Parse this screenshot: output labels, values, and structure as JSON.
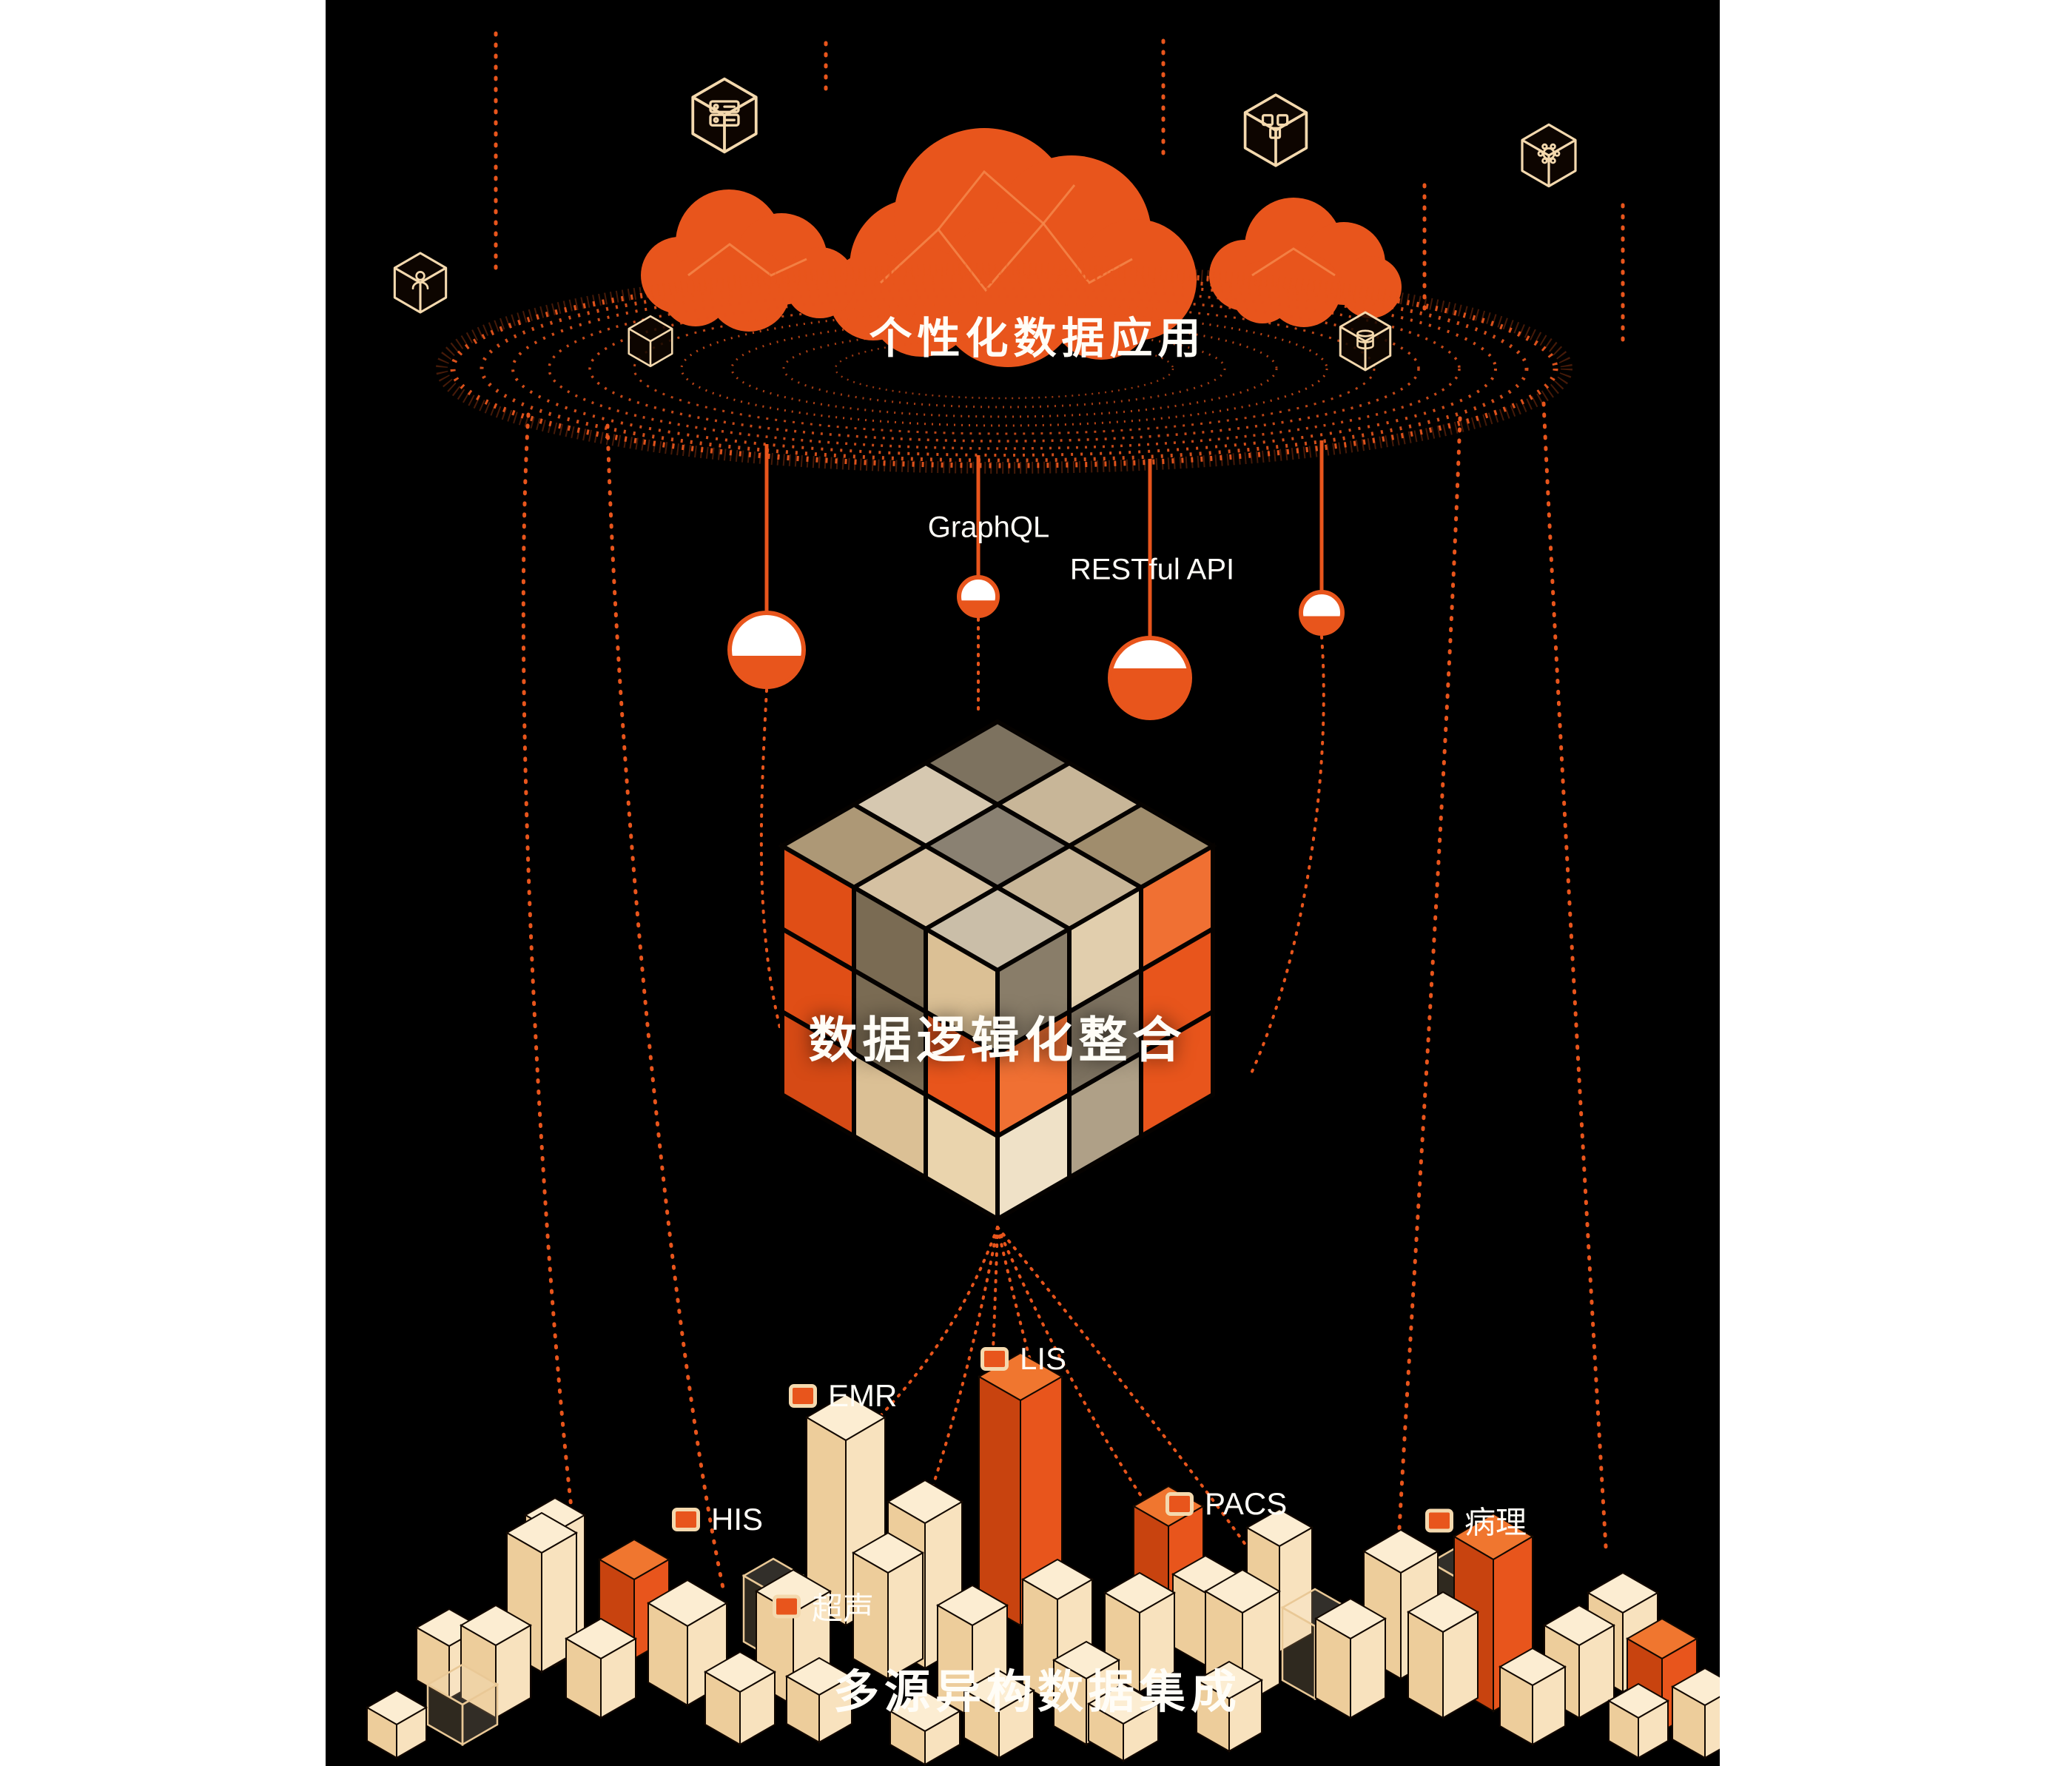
{
  "page": {
    "background": "#000000",
    "margin_color": "#FFFFFF"
  },
  "colors": {
    "orange": "#E8551C",
    "orange_deep": "#C8430F",
    "orange_light": "#F0762F",
    "cream": "#F9E4C0",
    "cream_light": "#FCEDD2",
    "cream_deep": "#EDCD9B",
    "outline_cream": "#F4D9AE",
    "text_white": "#FFFDF7"
  },
  "layers": {
    "application": {
      "title": "个性化数据应用"
    },
    "integration": {
      "title": "数据逻辑化整合",
      "api_labels": [
        {
          "label": "GraphQL"
        },
        {
          "label": "RESTful API"
        }
      ]
    },
    "sources": {
      "title": "多源异构数据集成",
      "systems": [
        {
          "label": "LIS"
        },
        {
          "label": "EMR"
        },
        {
          "label": "HIS"
        },
        {
          "label": "PACS"
        },
        {
          "label": "病理"
        },
        {
          "label": "超声"
        }
      ]
    }
  },
  "icons": [
    {
      "name": "server-cube-icon"
    },
    {
      "name": "blocks-cube-icon"
    },
    {
      "name": "gear-cube-icon"
    },
    {
      "name": "user-cube-icon"
    },
    {
      "name": "cube-icon"
    },
    {
      "name": "database-cube-icon"
    }
  ]
}
